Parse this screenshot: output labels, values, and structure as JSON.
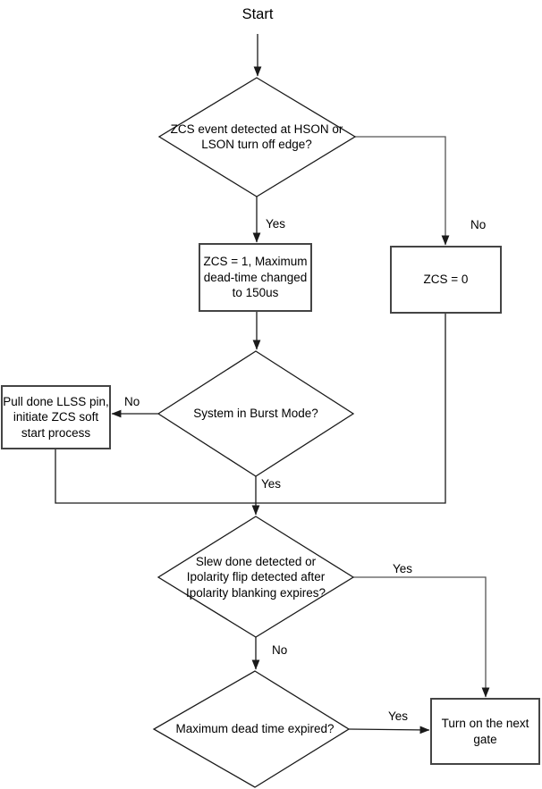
{
  "title": "Start",
  "nodes": {
    "start": {
      "label": "Start"
    },
    "d1": {
      "label": "ZCS event detected at HSON or LSON turn off edge?",
      "lines": [
        "ZCS event detected at HSON or",
        "LSON turn off edge?"
      ]
    },
    "b_zcs1": {
      "label": "ZCS = 1, Maximum dead-time changed to 150us",
      "lines": [
        "ZCS = 1, Maximum",
        "dead-time changed",
        "to 150us"
      ]
    },
    "b_zcs0": {
      "label": "ZCS = 0",
      "lines": [
        "ZCS = 0"
      ]
    },
    "d2": {
      "label": "System in Burst Mode?",
      "lines": [
        "System in Burst Mode?"
      ]
    },
    "b_pull": {
      "label": "Pull done LLSS pin, initiate ZCS soft start process",
      "lines": [
        "Pull done LLSS pin,",
        "initiate ZCS soft",
        "start process"
      ]
    },
    "d3": {
      "label": "Slew done detected or Ipolarity flip detected after Ipolarity blanking expires?",
      "lines": [
        "Slew done detected or",
        "Ipolarity flip detected after",
        "Ipolarity blanking expires?"
      ]
    },
    "d4": {
      "label": "Maximum dead time expired?",
      "lines": [
        "Maximum dead time expired?"
      ]
    },
    "b_turn": {
      "label": "Turn on the next gate",
      "lines": [
        "Turn on the next",
        "gate"
      ]
    }
  },
  "edge_labels": {
    "d1_yes": "Yes",
    "d1_no": "No",
    "d2_no": "No",
    "d2_yes": "Yes",
    "d3_yes": "Yes",
    "d3_no": "No",
    "d4_yes": "Yes"
  },
  "colors": {
    "line": "#1a1a1a",
    "box_border": "#444444",
    "text": "#000000",
    "background": "#ffffff"
  }
}
